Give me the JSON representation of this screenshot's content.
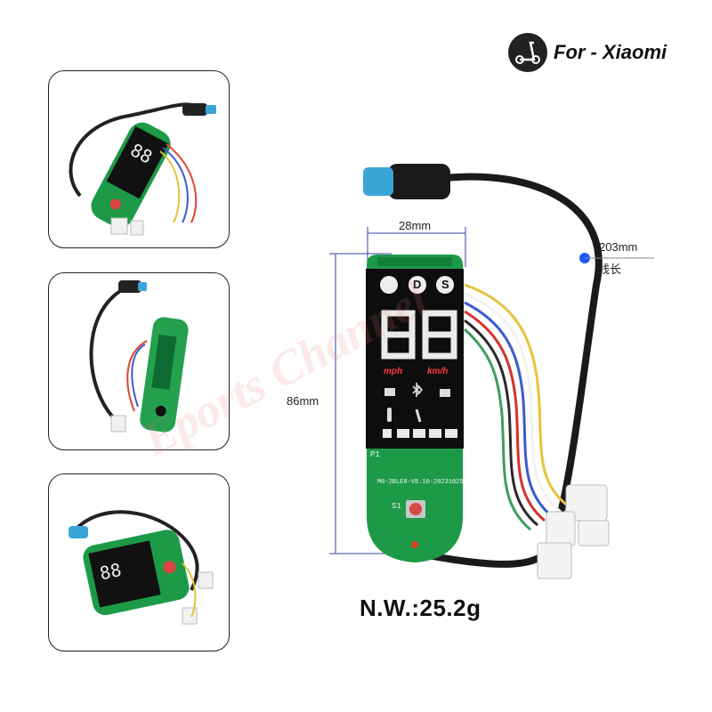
{
  "brand": {
    "text": "For - Xiaomi",
    "icon": "scooter-icon"
  },
  "dimensions": {
    "width_label": "28mm",
    "height_label": "86mm",
    "cable_length_label": "203mm",
    "cable_length_cn": "线长"
  },
  "display": {
    "mode_left": "D",
    "mode_right": "S",
    "unit_mph": "mph",
    "unit_kmh": "km/h"
  },
  "pcb": {
    "p1": "P1",
    "model": "M0-2BLE8-V8.10-20231025",
    "s1": "S1"
  },
  "weight": {
    "text": "N.W.:25.2g"
  },
  "watermark": {
    "text": "Eports Channel"
  },
  "colors": {
    "pcb": "#1d9a48",
    "lcd": "#0d0d0d",
    "connector": "#3aa6d8",
    "dim_line": "#3344aa",
    "accent_dot": "#1e5bff"
  }
}
